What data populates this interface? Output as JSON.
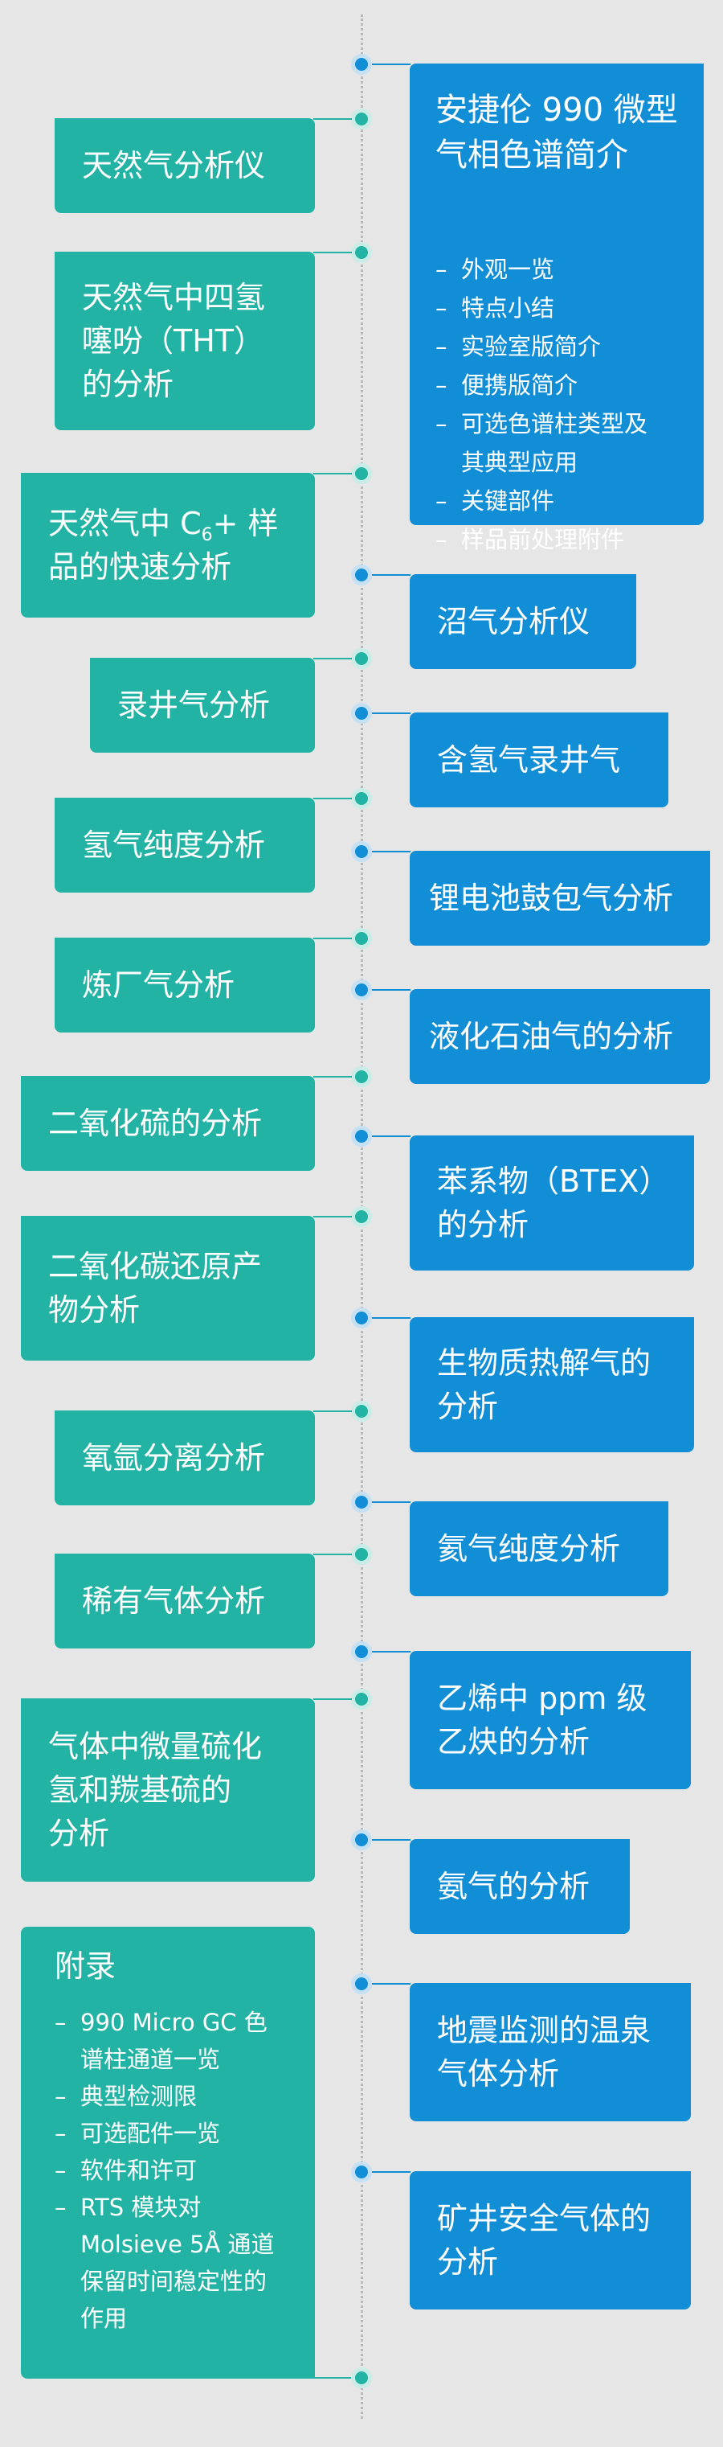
{
  "featured": {
    "title": "安捷伦 990 微型\n气相色谱简介",
    "items": [
      "外观一览",
      "特点小结",
      "实验室版简介",
      "便携版简介",
      "可选色谱柱类型及\n其典型应用",
      "关键部件",
      "样品前处理附件"
    ]
  },
  "left_items": [
    "天然气分析仪",
    "天然气中四氢\n噻吩（THT）\n的分析",
    "天然气中 C6+ 样\n品的快速分析",
    "录井气分析",
    "氢气纯度分析",
    "炼厂气分析",
    "二氧化硫的分析",
    "二氧化碳还原产\n物分析",
    "氧氩分离分析",
    "稀有气体分析",
    "气体中微量硫化\n氢和羰基硫的\n分析"
  ],
  "c6": {
    "pre": "天然气中 C",
    "sub": "6",
    "post": "+ 样\n品的快速分析"
  },
  "right_items": [
    "沼气分析仪",
    "含氢气录井气",
    "锂电池鼓包气分析",
    "液化石油气的分析",
    "苯系物（BTEX）\n的分析",
    "生物质热解气的\n分析",
    "氦气纯度分析",
    "乙烯中 ppm 级\n乙炔的分析",
    "氨气的分析",
    "地震监测的温泉\n气体分析",
    "矿井安全气体的\n分析"
  ],
  "appendix": {
    "title": "附录",
    "items": [
      "990 Micro GC 色\n谱柱通道一览",
      "典型检测限",
      "可选配件一览",
      "软件和许可",
      "RTS 模块对\nMolsieve 5Å 通道\n保留时间稳定性的\n作用"
    ]
  },
  "colors": {
    "teal": "#23b3a5",
    "blue": "#118ed6",
    "background": "#e6e6e6"
  }
}
